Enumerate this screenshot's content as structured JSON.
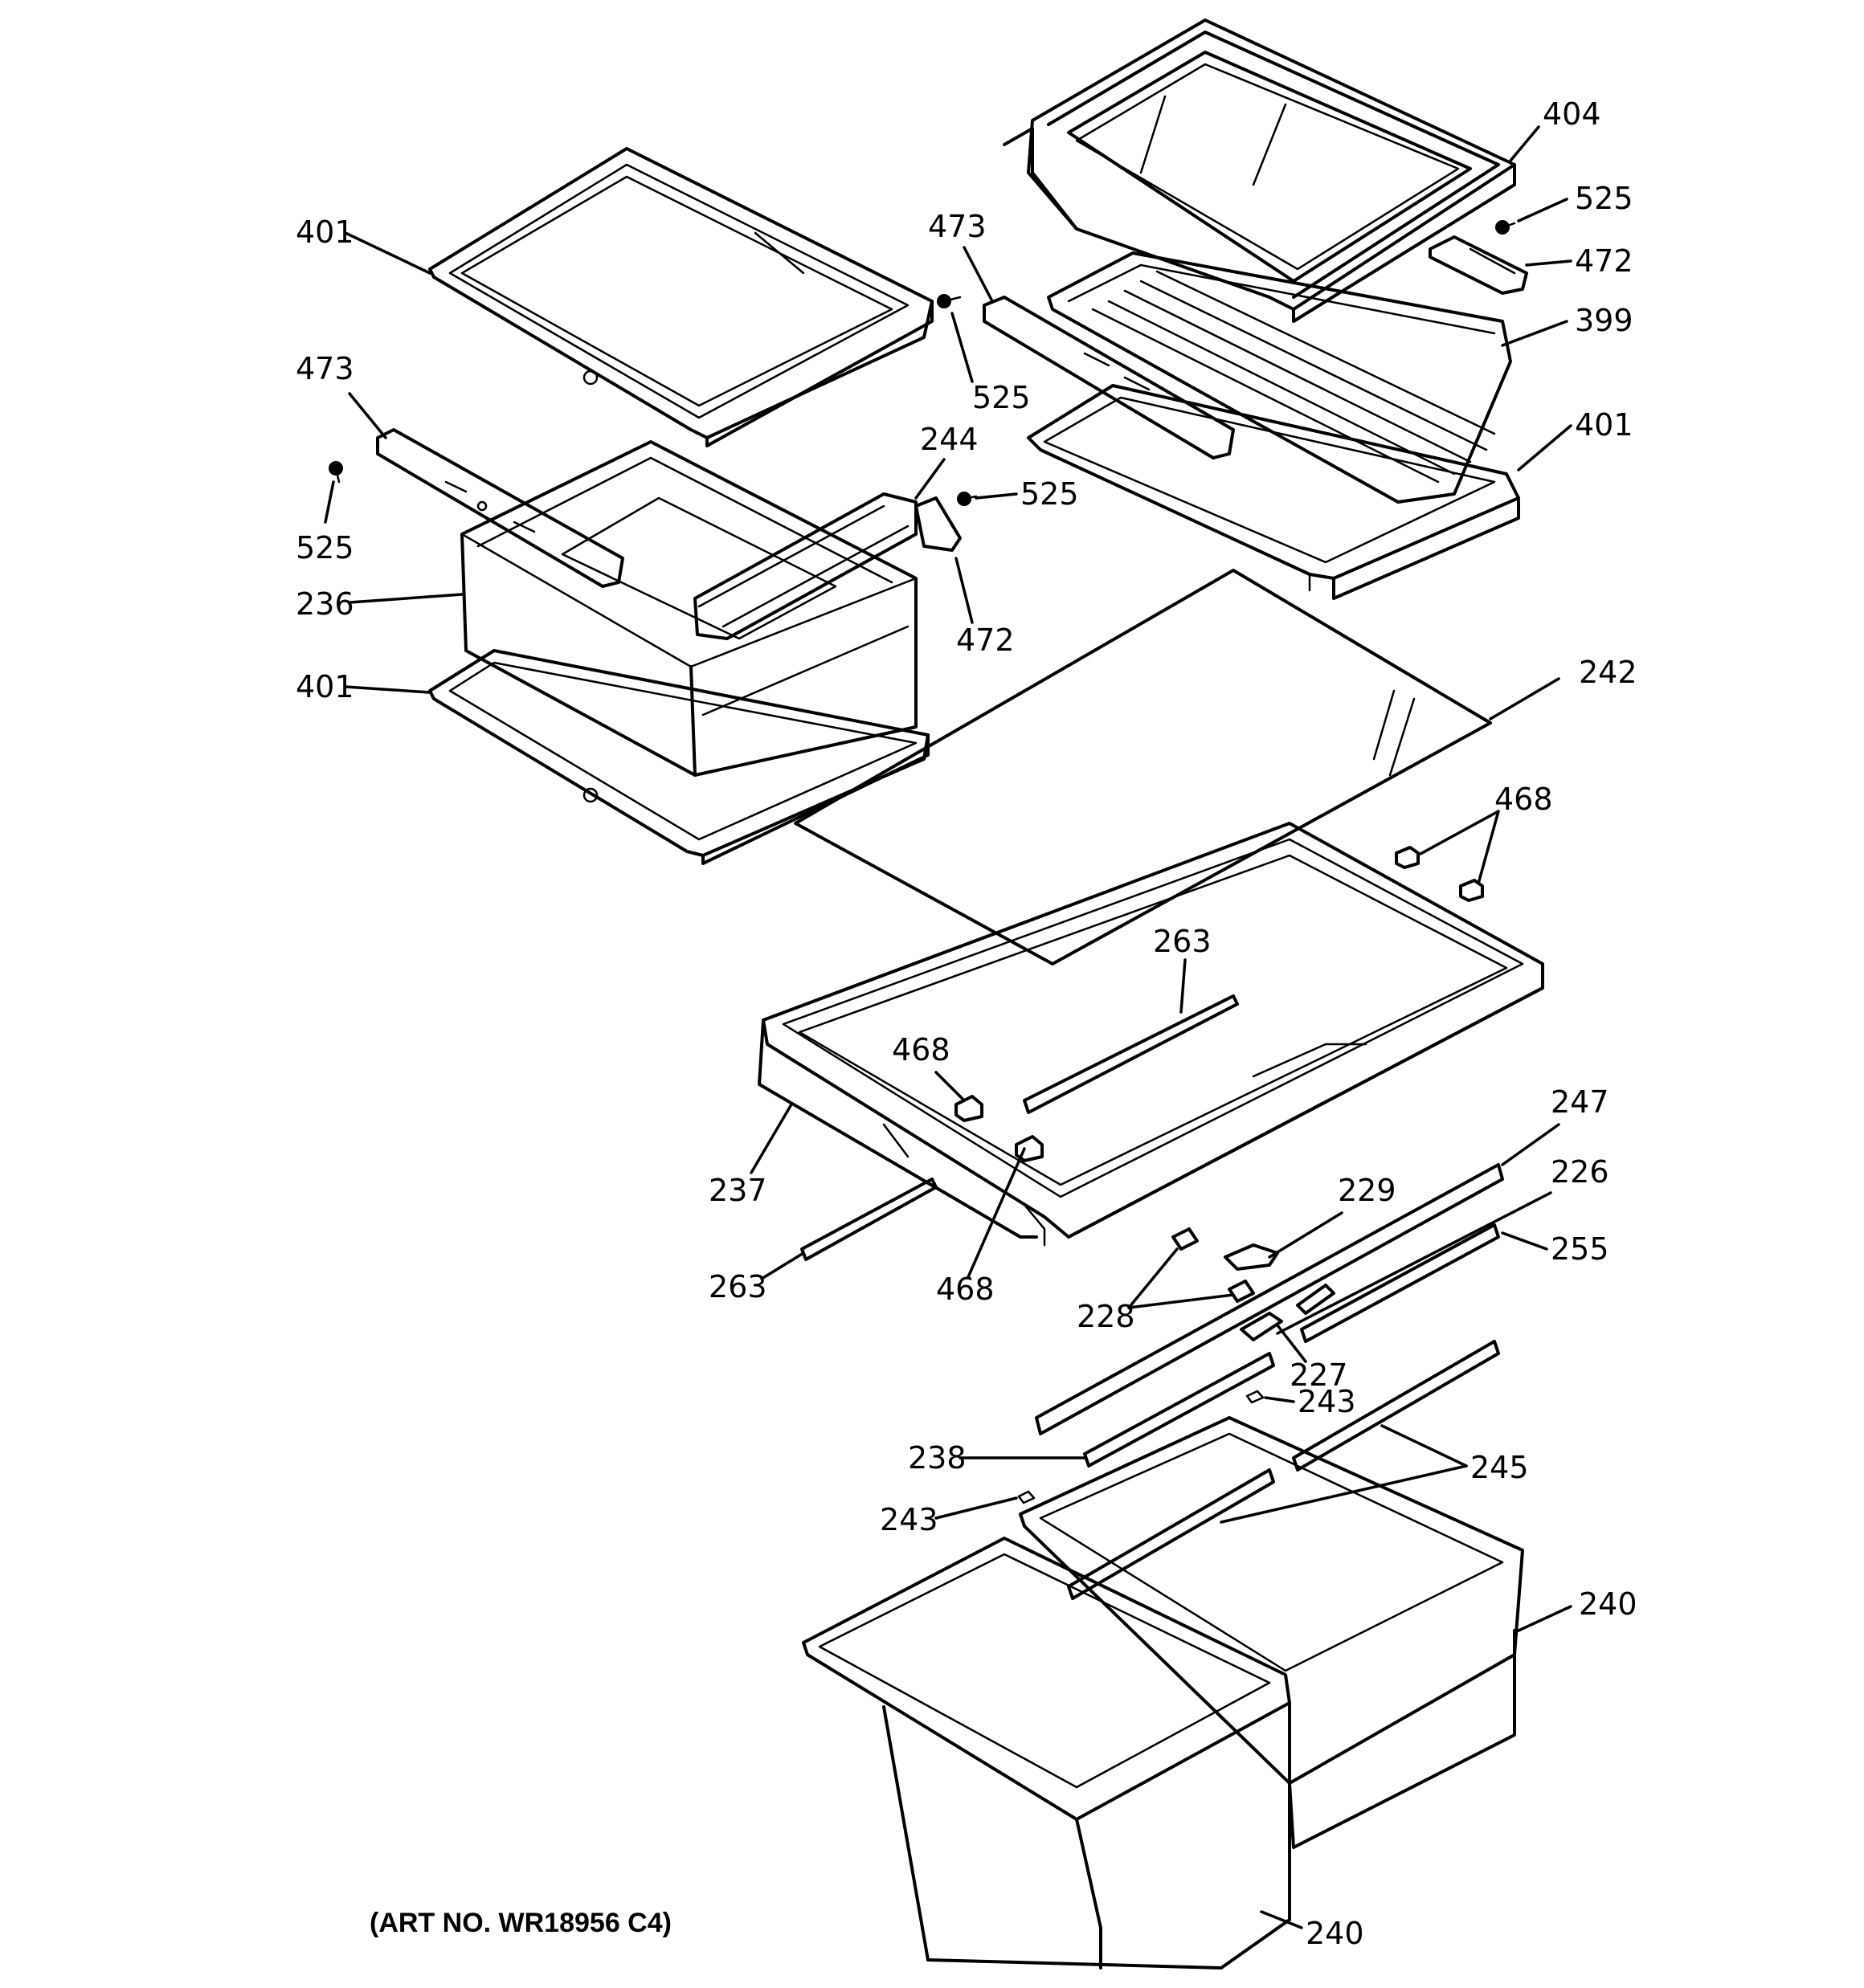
{
  "art_number": "(ART NO. WR18956 C4)",
  "callouts": [
    {
      "id": "c404",
      "text": "404"
    },
    {
      "id": "c525a",
      "text": "525"
    },
    {
      "id": "c472a",
      "text": "472"
    },
    {
      "id": "c399",
      "text": "399"
    },
    {
      "id": "c401a",
      "text": "401"
    },
    {
      "id": "c473a",
      "text": "473"
    },
    {
      "id": "c525b",
      "text": "525"
    },
    {
      "id": "c401b",
      "text": "401"
    },
    {
      "id": "c473b",
      "text": "473"
    },
    {
      "id": "c244",
      "text": "244"
    },
    {
      "id": "c525c",
      "text": "525"
    },
    {
      "id": "c525d",
      "text": "525"
    },
    {
      "id": "c236",
      "text": "236"
    },
    {
      "id": "c472b",
      "text": "472"
    },
    {
      "id": "c401c",
      "text": "401"
    },
    {
      "id": "c242",
      "text": "242"
    },
    {
      "id": "c468a",
      "text": "468"
    },
    {
      "id": "c263a",
      "text": "263"
    },
    {
      "id": "c468b",
      "text": "468"
    },
    {
      "id": "c237",
      "text": "237"
    },
    {
      "id": "c263b",
      "text": "263"
    },
    {
      "id": "c468c",
      "text": "468"
    },
    {
      "id": "c247",
      "text": "247"
    },
    {
      "id": "c226",
      "text": "226"
    },
    {
      "id": "c229",
      "text": "229"
    },
    {
      "id": "c255",
      "text": "255"
    },
    {
      "id": "c228",
      "text": "228"
    },
    {
      "id": "c227",
      "text": "227"
    },
    {
      "id": "c243a",
      "text": "243"
    },
    {
      "id": "c238",
      "text": "238"
    },
    {
      "id": "c245",
      "text": "245"
    },
    {
      "id": "c243b",
      "text": "243"
    },
    {
      "id": "c240a",
      "text": "240"
    },
    {
      "id": "c240b",
      "text": "240"
    }
  ]
}
